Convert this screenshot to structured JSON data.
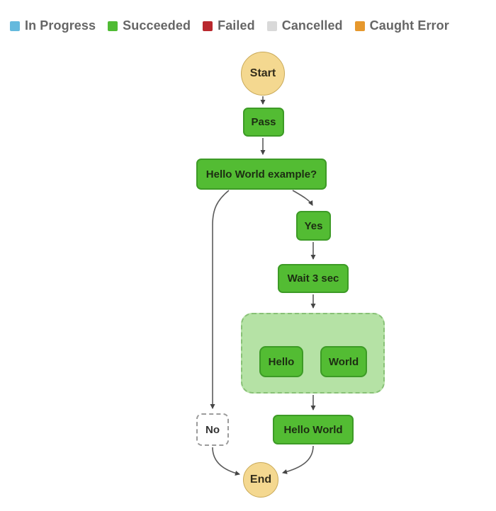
{
  "legend": {
    "items": [
      {
        "label": "In Progress",
        "color": "#64B9DD"
      },
      {
        "label": "Succeeded",
        "color": "#50BB34"
      },
      {
        "label": "Failed",
        "color": "#B9282E"
      },
      {
        "label": "Cancelled",
        "color": "#D9D9D9"
      },
      {
        "label": "Caught Error",
        "color": "#E6982D"
      }
    ]
  },
  "graph": {
    "type": "workflow-state-machine",
    "nodes": {
      "start": {
        "label": "Start",
        "shape": "circle",
        "status": "terminal"
      },
      "pass": {
        "label": "Pass",
        "shape": "rect",
        "status": "succeeded"
      },
      "choice": {
        "label": "Hello World example?",
        "shape": "rect",
        "status": "succeeded"
      },
      "yes": {
        "label": "Yes",
        "shape": "rect",
        "status": "succeeded"
      },
      "wait": {
        "label": "Wait 3 sec",
        "shape": "rect",
        "status": "succeeded"
      },
      "parallel": {
        "label": "",
        "shape": "group",
        "status": "succeeded"
      },
      "hello": {
        "label": "Hello",
        "shape": "rect",
        "status": "succeeded"
      },
      "world": {
        "label": "World",
        "shape": "rect",
        "status": "succeeded"
      },
      "no": {
        "label": "No",
        "shape": "rect",
        "status": "not-executed"
      },
      "hello_world": {
        "label": "Hello World",
        "shape": "rect",
        "status": "succeeded"
      },
      "end": {
        "label": "End",
        "shape": "circle",
        "status": "terminal"
      }
    },
    "edges": [
      {
        "from": "Start",
        "to": "Pass"
      },
      {
        "from": "Pass",
        "to": "Hello World example?"
      },
      {
        "from": "Hello World example?",
        "to": "No"
      },
      {
        "from": "Hello World example?",
        "to": "Yes"
      },
      {
        "from": "Yes",
        "to": "Wait 3 sec"
      },
      {
        "from": "Wait 3 sec",
        "to": "Parallel group"
      },
      {
        "from": "Parallel group",
        "to": "Hello"
      },
      {
        "from": "Parallel group",
        "to": "World"
      },
      {
        "from": "Parallel group",
        "to": "Hello World"
      },
      {
        "from": "No",
        "to": "End"
      },
      {
        "from": "Hello World",
        "to": "End"
      }
    ]
  },
  "colors": {
    "succeeded_fill": "#53BC33",
    "succeeded_border": "#3D9B26",
    "group_fill": "#B5E2A5",
    "group_border": "#88C176",
    "terminal_fill": "#F4D890",
    "terminal_border": "#C9A958",
    "not_executed_border": "#9B9B9B",
    "edge_stroke": "#5B5B5B",
    "legend_text": "#666666"
  }
}
